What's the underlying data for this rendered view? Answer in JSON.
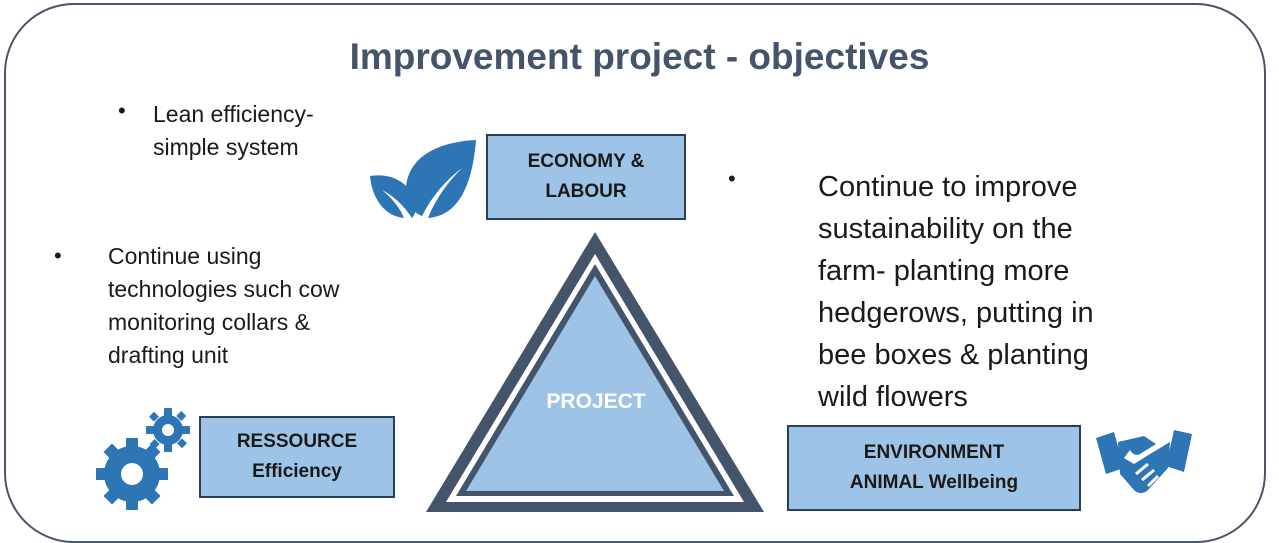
{
  "title": "Improvement project - objectives",
  "economy_bullet": [
    "Lean efficiency-",
    "simple system"
  ],
  "resource_bullet": [
    "Continue using",
    "technologies such cow",
    "monitoring collars &",
    "drafting unit"
  ],
  "environment_bullet": [
    "Continue to improve",
    "sustainability on the",
    "farm- planting more",
    "hedgerows, putting in",
    "bee boxes & planting",
    "wild flowers"
  ],
  "bullet_char": "•",
  "boxes": {
    "economy": [
      "ECONOMY &",
      "LABOUR"
    ],
    "resource": [
      "RESSOURCE",
      "Efficiency"
    ],
    "environment": [
      "ENVIRONMENT",
      "ANIMAL Wellbeing"
    ]
  },
  "center_label": "PROJECT",
  "icons": {
    "economy": "leaf-icon",
    "resource": "gears-icon",
    "environment": "handshake-icon"
  },
  "colors": {
    "title": "#44546a",
    "box_fill": "#9dc3e6",
    "border_dark": "#44546a",
    "icon_blue": "#2e75b6"
  }
}
